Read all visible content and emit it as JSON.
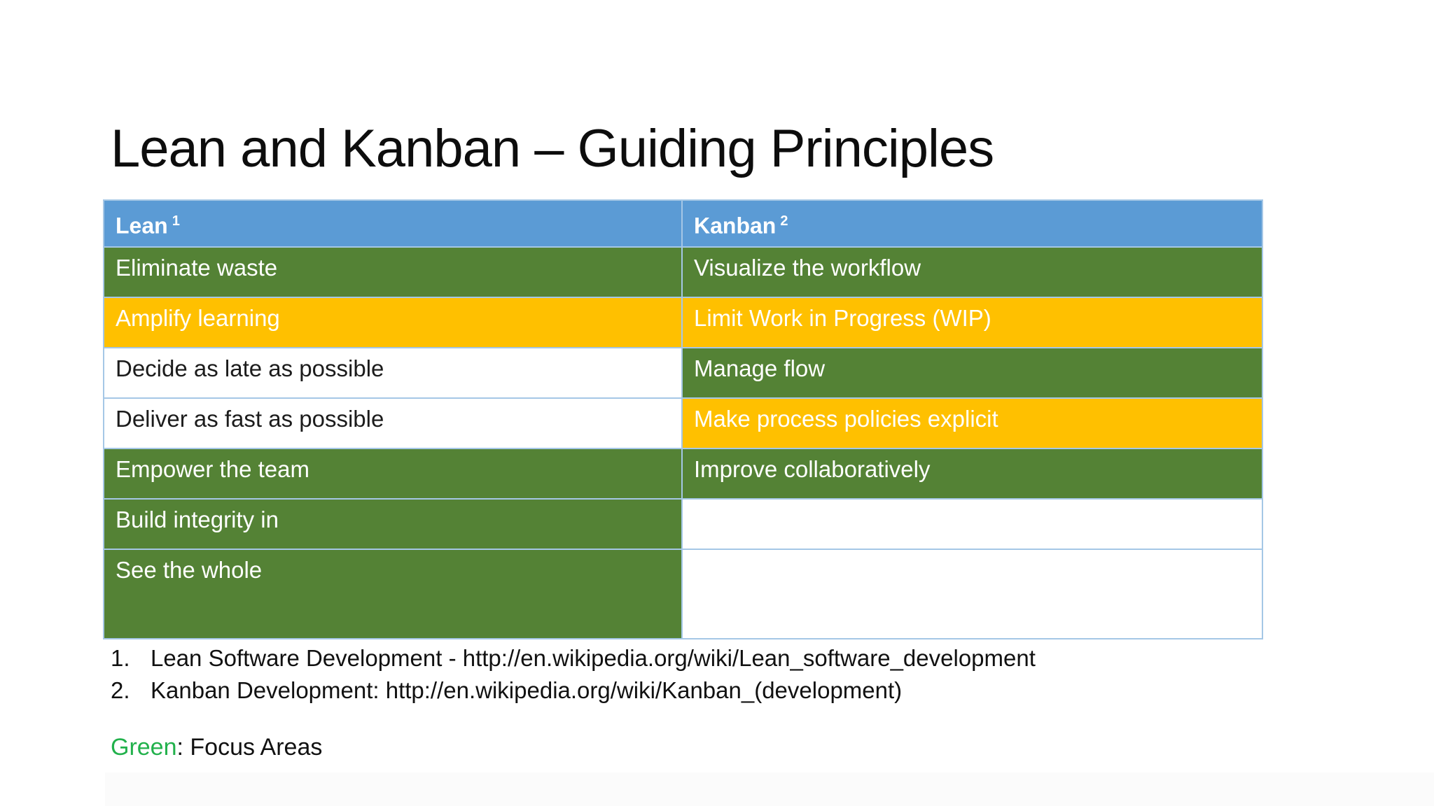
{
  "slide": {
    "title": "Lean and Kanban – Guiding Principles",
    "table": {
      "columns": [
        {
          "label": "Lean",
          "superscript": "1"
        },
        {
          "label": "Kanban",
          "superscript": "2"
        }
      ],
      "rows": [
        {
          "lean": {
            "text": "Eliminate waste",
            "bg": "green"
          },
          "kanban": {
            "text": "Visualize the workflow",
            "bg": "green"
          }
        },
        {
          "lean": {
            "text": "Amplify learning",
            "bg": "orange"
          },
          "kanban": {
            "text": "Limit Work in Progress (WIP)",
            "bg": "orange"
          }
        },
        {
          "lean": {
            "text": "Decide as late as possible",
            "bg": "white"
          },
          "kanban": {
            "text": "Manage flow",
            "bg": "green"
          }
        },
        {
          "lean": {
            "text": "Deliver as fast as possible",
            "bg": "white"
          },
          "kanban": {
            "text": "Make process policies explicit",
            "bg": "orange"
          }
        },
        {
          "lean": {
            "text": "Empower the team",
            "bg": "green"
          },
          "kanban": {
            "text": "Improve collaboratively",
            "bg": "green"
          }
        },
        {
          "lean": {
            "text": "Build integrity in",
            "bg": "green"
          },
          "kanban": {
            "text": "",
            "bg": "white"
          }
        },
        {
          "lean": {
            "text": "See the whole",
            "bg": "green"
          },
          "kanban": {
            "text": "",
            "bg": "white"
          }
        }
      ]
    },
    "footnotes": [
      {
        "number": "1.",
        "text": "Lean Software Development - http://en.wikipedia.org/wiki/Lean_software_development"
      },
      {
        "number": "2.",
        "text": "Kanban Development: http://en.wikipedia.org/wiki/Kanban_(development)"
      }
    ],
    "legend": {
      "term": "Green",
      "rest": ": Focus Areas"
    },
    "colors": {
      "header_blue": "#5B9BD5",
      "focus_green": "#548235",
      "highlight_orange": "#FFC000",
      "cell_border_blue": "#A5C7E6",
      "legend_green": "#22B14C"
    }
  }
}
